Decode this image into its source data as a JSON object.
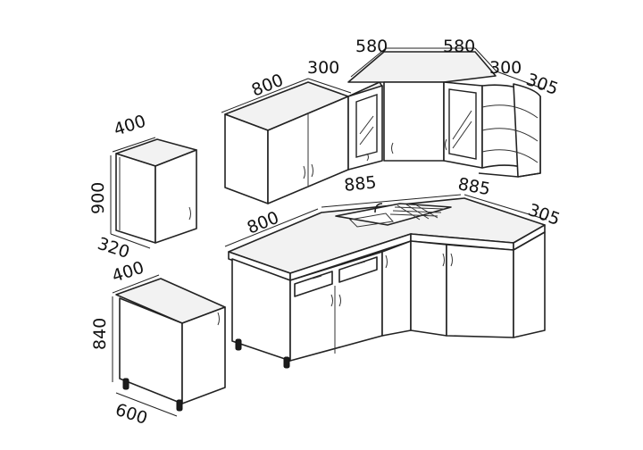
{
  "dimensions": {
    "top_left": "800",
    "top_corner_a": "300",
    "top_corner_b": "580",
    "top_corner_c": "580",
    "top_right": "300",
    "top_right_end": "305",
    "wall_cab_width": "400",
    "wall_cab_height": "900",
    "wall_cab_depth": "320",
    "counter_left": "800",
    "counter_mid": "885",
    "counter_right": "885",
    "counter_end": "305",
    "floor_cab_width": "400",
    "floor_cab_height": "840",
    "floor_cab_depth": "600"
  }
}
